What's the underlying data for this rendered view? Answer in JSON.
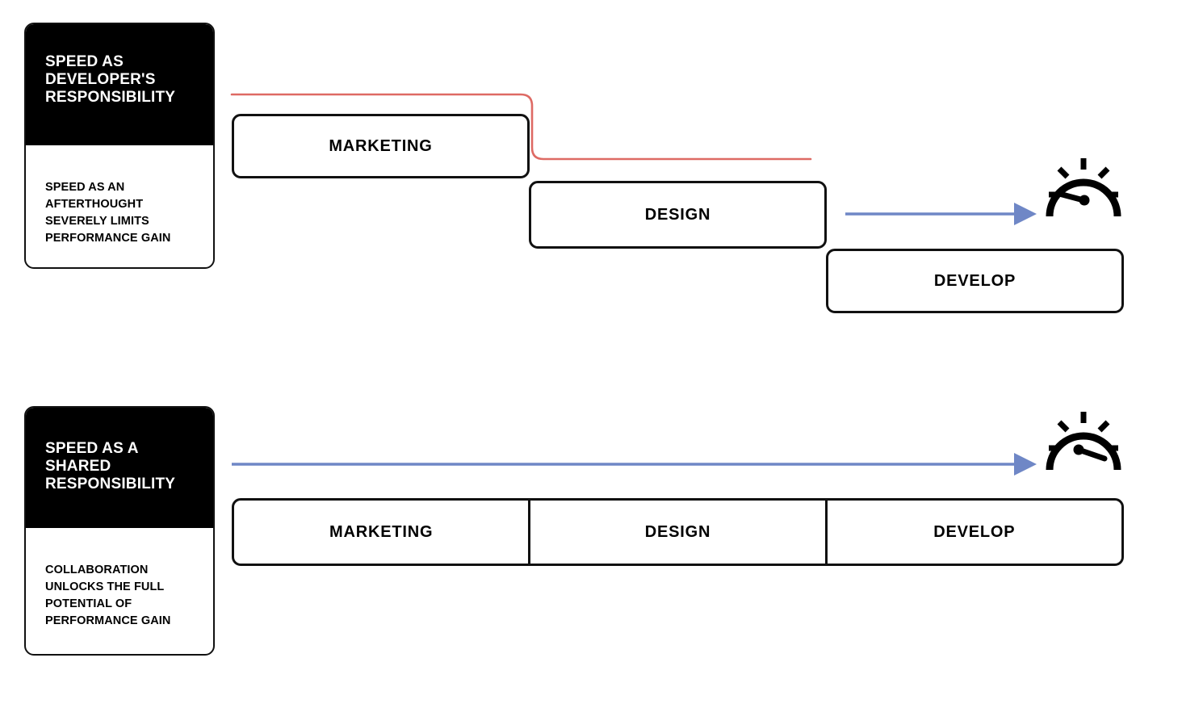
{
  "diagram": {
    "title_row_one": "SPEED AS DEVELOPER'S RESPONSIBILITY",
    "title_row_two": "SPEED AS A SHARED RESPONSIBILITY",
    "accent_red": "#de6a64",
    "accent_blue": "#6f87c6",
    "ink": "#111111",
    "card_header_bg": "#000000",
    "card_header_fg": "#ffffff",
    "canvas_bg": "#ffffff"
  },
  "rows": [
    {
      "card": {
        "heading": "SPEED AS\nDEVELOPER'S\nRESPONSIBILITY",
        "body": "SPEED AS AN\nAFTERTHOUGHT\nSEVERELY LIMITS\nPERFORMANCE GAIN"
      },
      "stages": [
        {
          "label": "MARKETING"
        },
        {
          "label": "DESIGN"
        },
        {
          "label": "DEVELOP"
        }
      ],
      "gauge": {
        "name": "speedometer-low",
        "needle": "low"
      },
      "connector_red": "staggered-drop",
      "connector_blue": "short-arrow"
    },
    {
      "card": {
        "heading": "SPEED AS A\nSHARED\nRESPONSIBILITY",
        "body": "COLLABORATION\nUNLOCKS THE FULL\nPOTENTIAL OF\nPERFORMANCE GAIN"
      },
      "stages": [
        {
          "label": "MARKETING"
        },
        {
          "label": "DESIGN"
        },
        {
          "label": "DEVELOP"
        }
      ],
      "gauge": {
        "name": "speedometer-high",
        "needle": "high"
      },
      "connector_blue": "long-arrow"
    }
  ]
}
